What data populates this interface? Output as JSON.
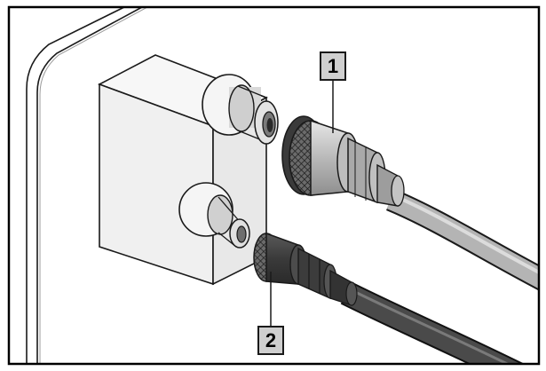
{
  "callouts": [
    {
      "number": "1",
      "target": "large-connector"
    },
    {
      "number": "2",
      "target": "small-connector"
    }
  ],
  "colors": {
    "frame": "#000000",
    "background": "#ffffff",
    "housing": "#f2f2f2",
    "outline": "#1a1a1a",
    "cable_light": "#a9a9a9",
    "cable_dark": "#4a4a4a",
    "label_fill": "#c8c8c8"
  }
}
